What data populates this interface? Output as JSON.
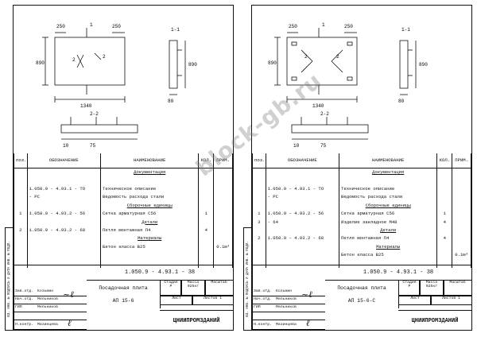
{
  "watermark": "block-gb.ru",
  "side_strip_text": "ВЗ. ИНВ. №  ПОДПИСЬ И ДАТА  ИНВ. № ПОДЛ.",
  "left": {
    "drawing": {
      "plan_width": "1340",
      "plan_height": "890",
      "offset_left": "250",
      "offset_right": "250",
      "section_mark": "1",
      "section_label": "1-1",
      "section_width": "80",
      "section_height": "890",
      "rebar_mark": "2",
      "strip_label": "2-2",
      "strip_dim_left": "10",
      "strip_dim_mid": "75"
    },
    "spec_headers": [
      "поз.",
      "ОБОЗНАЧЕНИЕ",
      "НАИМЕНОВАНИЕ",
      "КОЛ.",
      "ПРИМ."
    ],
    "spec_rows": [
      {
        "pos": "",
        "code": "",
        "name": "Документация",
        "qty": "",
        "note": "",
        "title": true
      },
      {
        "pos": "",
        "code": "",
        "name": "",
        "qty": "",
        "note": ""
      },
      {
        "pos": "",
        "code": "1.050.9 - 4.93.1  - ТО",
        "name": "Техническое описание",
        "qty": "",
        "note": ""
      },
      {
        "pos": "",
        "code": "- РС",
        "name": "Ведомость расхода стали",
        "qty": "",
        "note": ""
      },
      {
        "pos": "",
        "code": "",
        "name": "Сборочные единицы",
        "qty": "",
        "note": "",
        "title": true
      },
      {
        "pos": "1",
        "code": "1.050.9 - 4.93.2 - 56",
        "name": "Сетка арматурная С56",
        "qty": "1",
        "note": ""
      },
      {
        "pos": "",
        "code": "",
        "name": "Детали",
        "qty": "",
        "note": "",
        "title": true
      },
      {
        "pos": "2",
        "code": "1.050.9 - 4.93.2 - 68",
        "name": "Петля монтажная П4",
        "qty": "4",
        "note": ""
      },
      {
        "pos": "",
        "code": "",
        "name": "Материалы",
        "qty": "",
        "note": "",
        "title": true
      },
      {
        "pos": "",
        "code": "",
        "name": "Бетон класса B25",
        "qty": "",
        "note": "0.1м³"
      },
      {
        "pos": "",
        "code": "",
        "name": "",
        "qty": "",
        "note": ""
      },
      {
        "pos": "",
        "code": "",
        "name": "",
        "qty": "",
        "note": ""
      }
    ],
    "title_block": {
      "doc_code": "1.050.9 - 4.93.1 - 38",
      "name_line1": "Посадочная плита",
      "name_line2": "АП 15-6",
      "stage_label": "Стадия",
      "mass_label": "Масса",
      "scale_label": "Масштаб",
      "stage": "Р",
      "mass": "925кг",
      "sheet_label": "Лист",
      "sheets_label": "Листов",
      "sheets_count": "1",
      "org": "ЦНИИПРОМЗДАНИЙ",
      "people": [
        {
          "role": "Зав.отд.",
          "name": "Козьмин"
        },
        {
          "role": "Нач.отд.",
          "name": "Мельников"
        },
        {
          "role": "ГИП",
          "name": "Мельников"
        },
        {
          "role": "",
          "name": ""
        },
        {
          "role": "Н.контр.",
          "name": "Мазинцева"
        }
      ]
    }
  },
  "right": {
    "drawing": {
      "plan_width": "1340",
      "plan_height": "890",
      "offset_left": "250",
      "offset_right": "250",
      "section_mark": "1",
      "section_label": "1-1",
      "section_width": "80",
      "section_height": "890",
      "rebar_mark": "2",
      "strip_label": "2-2",
      "strip_dim_left": "10",
      "strip_dim_mid": "75"
    },
    "spec_headers": [
      "поз.",
      "ОБОЗНАЧЕНИЕ",
      "НАИМЕНОВАНИЕ",
      "КОЛ.",
      "ПРИМ."
    ],
    "spec_rows": [
      {
        "pos": "",
        "code": "",
        "name": "Документация",
        "qty": "",
        "note": "",
        "title": true
      },
      {
        "pos": "",
        "code": "",
        "name": "",
        "qty": "",
        "note": ""
      },
      {
        "pos": "",
        "code": "1.050.9 - 4.93.1  - ТО",
        "name": "Техническое описание",
        "qty": "",
        "note": ""
      },
      {
        "pos": "",
        "code": "- РС",
        "name": "Ведомость расхода стали",
        "qty": "",
        "note": ""
      },
      {
        "pos": "",
        "code": "",
        "name": "Сборочные единицы",
        "qty": "",
        "note": "",
        "title": true
      },
      {
        "pos": "1",
        "code": "1.050.9 - 4.93.2 - 56",
        "name": "Сетка арматурная С56",
        "qty": "1",
        "note": ""
      },
      {
        "pos": "3",
        "code": "- 64",
        "name": "Изделие закладное М48",
        "qty": "4",
        "note": ""
      },
      {
        "pos": "",
        "code": "",
        "name": "Детали",
        "qty": "",
        "note": "",
        "title": true
      },
      {
        "pos": "2",
        "code": "1.050.9 - 4.93.2 - 68",
        "name": "Петля монтажная П4",
        "qty": "4",
        "note": ""
      },
      {
        "pos": "",
        "code": "",
        "name": "Материалы",
        "qty": "",
        "note": "",
        "title": true
      },
      {
        "pos": "",
        "code": "",
        "name": "Бетон класса B25",
        "qty": "",
        "note": "0.1м³"
      },
      {
        "pos": "",
        "code": "",
        "name": "",
        "qty": "",
        "note": ""
      }
    ],
    "title_block": {
      "doc_code": "1.050.9 - 4.93.1 - 38",
      "name_line1": "Посадочная плита",
      "name_line2": "АП 15-6-С",
      "stage_label": "Стадия",
      "mass_label": "Масса",
      "scale_label": "Масштаб",
      "stage": "Р",
      "mass": "925кг",
      "sheet_label": "Лист",
      "sheets_label": "Листов",
      "sheets_count": "1",
      "org": "ЦНИИПРОМЗДАНИЙ",
      "people": [
        {
          "role": "Зав.отд.",
          "name": "Козьмин"
        },
        {
          "role": "Нач.отд.",
          "name": "Мельников"
        },
        {
          "role": "ГИП",
          "name": "Мельников"
        },
        {
          "role": "",
          "name": ""
        },
        {
          "role": "Н.контр.",
          "name": "Мазинцева"
        }
      ]
    }
  }
}
